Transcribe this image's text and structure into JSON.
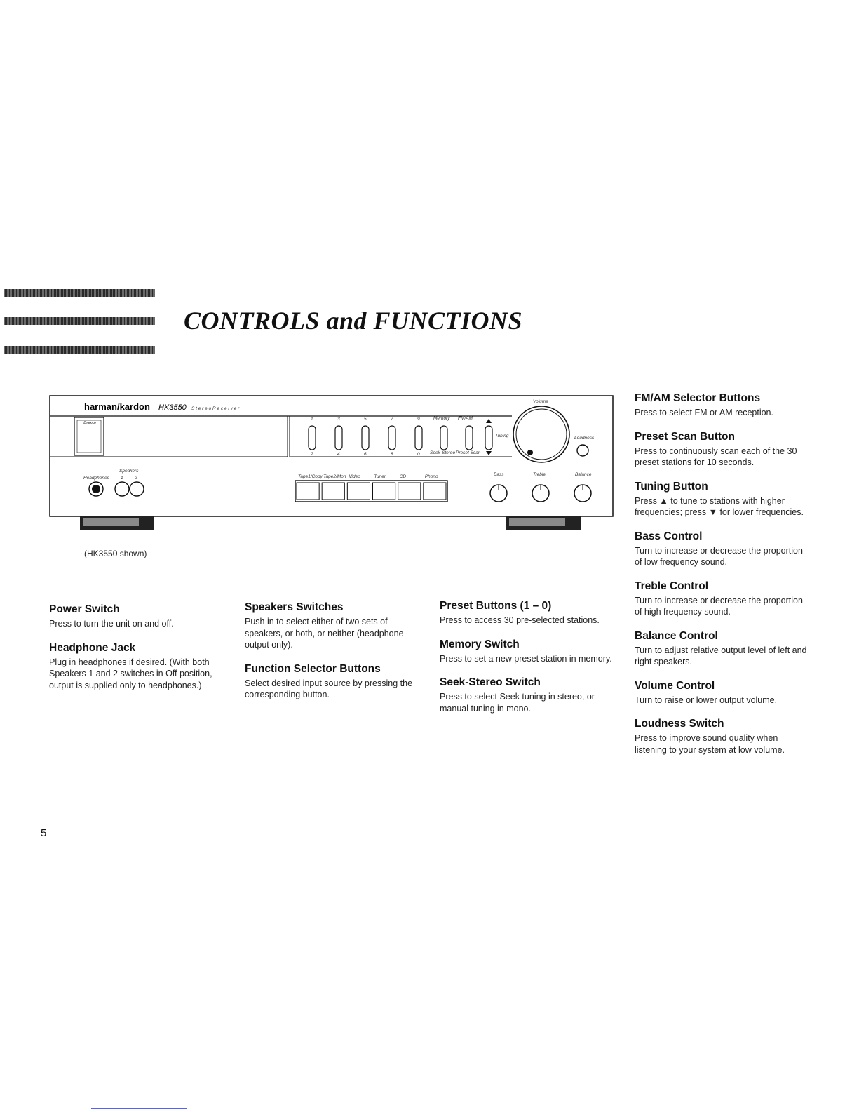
{
  "page_title": "CONTROLS and FUNCTIONS",
  "device": {
    "brand": "harman/kardon",
    "model": "HK3550",
    "subtitle": "S t e r e o   R e c e i v e r",
    "labels": {
      "power": "Power",
      "speakers": "Speakers",
      "headphones": "Headphones",
      "spk1": "1",
      "spk2": "2",
      "volume": "Volume",
      "tuning": "Tuning",
      "loudness": "Loudness",
      "memory": "Memory",
      "fm_am": "FM/AM",
      "seek_stereo": "Seek-Stereo",
      "preset_scan": "Preset Scan",
      "bass": "Bass",
      "treble": "Treble",
      "balance": "Balance"
    },
    "preset_top": [
      "1",
      "3",
      "5",
      "7",
      "9"
    ],
    "preset_bottom": [
      "2",
      "4",
      "6",
      "8",
      "0"
    ],
    "function_labels": [
      "Tape1/Copy",
      "Tape2/Mon",
      "Video",
      "Tuner",
      "CD",
      "Phono"
    ]
  },
  "caption": "(HK3550 shown)",
  "col1": [
    {
      "heading": "Power Switch",
      "text": "Press to turn the unit on and off."
    },
    {
      "heading": "Headphone Jack",
      "text": "Plug in headphones if desired. (With both Speakers 1 and 2 switches in Off position, output is supplied only to headphones.)"
    }
  ],
  "col2": [
    {
      "heading": "Speakers Switches",
      "text": "Push in to select either of two sets of speakers, or both, or neither (headphone output only)."
    },
    {
      "heading": "Function Selector Buttons",
      "text": "Select desired input source by pressing the corresponding button."
    }
  ],
  "col3": [
    {
      "heading": "Preset Buttons (1 – 0)",
      "text": "Press to access 30 pre-selected stations."
    },
    {
      "heading": "Memory Switch",
      "text": "Press to set a new preset station in memory."
    },
    {
      "heading": "Seek-Stereo Switch",
      "text": "Press to select Seek tuning in stereo, or manual tuning in mono."
    }
  ],
  "col4": [
    {
      "heading": "FM/AM Selector Buttons",
      "text": "Press to select FM or AM reception."
    },
    {
      "heading": "Preset Scan Button",
      "text": "Press to continuously scan each of the 30 preset stations for 10 seconds."
    },
    {
      "heading": "Tuning Button",
      "text": "Press ▲ to tune to stations with higher frequencies; press ▼ for lower frequencies."
    },
    {
      "heading": "Bass Control",
      "text": "Turn to increase or decrease the proportion of low frequency sound."
    },
    {
      "heading": "Treble Control",
      "text": "Turn to increase or decrease the proportion of high frequency sound."
    },
    {
      "heading": "Balance Control",
      "text": "Turn to adjust relative output level of left and right speakers."
    },
    {
      "heading": "Volume Control",
      "text": "Turn to raise or lower output volume."
    },
    {
      "heading": "Loudness Switch",
      "text": "Press to improve sound quality when listening to your system at low volume."
    }
  ],
  "page_number": "5"
}
